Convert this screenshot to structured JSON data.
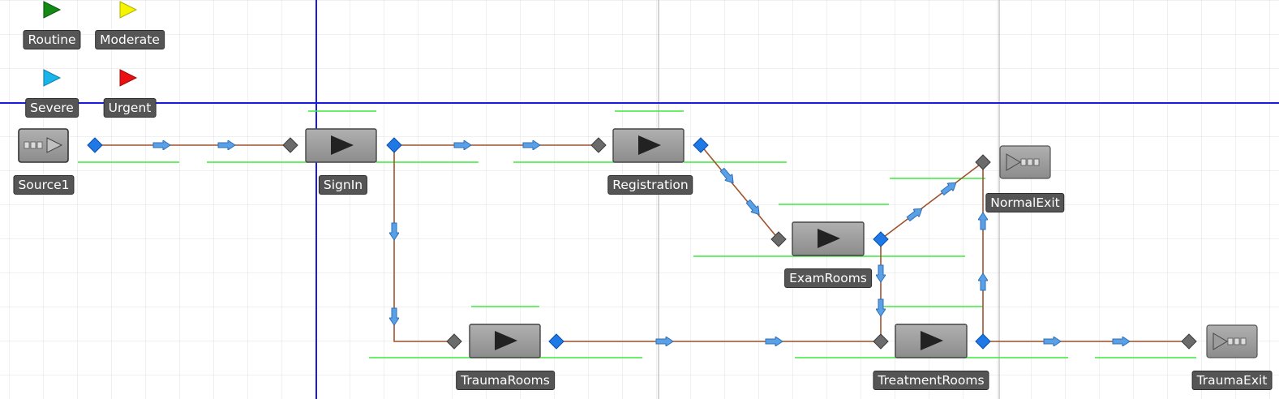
{
  "legend": {
    "routine": {
      "label": "Routine",
      "color": "#138a13"
    },
    "moderate": {
      "label": "Moderate",
      "color": "#f5f500"
    },
    "severe": {
      "label": "Severe",
      "color": "#18b4ea"
    },
    "urgent": {
      "label": "Urgent",
      "color": "#e81010"
    }
  },
  "objects": {
    "source": "Source1",
    "sign_in": "SignIn",
    "registration": "Registration",
    "exam_rooms": "ExamRooms",
    "normal_exit": "NormalExit",
    "trauma_rooms": "TraumaRooms",
    "treatment_rooms": "TreatmentRooms",
    "trauma_exit": "TraumaExit"
  },
  "colors": {
    "grid_minor": "#e0e0e0",
    "grid_major": "#b8b8b8",
    "guide": "#1a1ae0",
    "path": "#a0522d",
    "queue": "#3de83d",
    "node_output": "#1e78e6",
    "node_input": "#6b6b6b",
    "box": "#9a9a9a",
    "label_bg": "#555555"
  }
}
